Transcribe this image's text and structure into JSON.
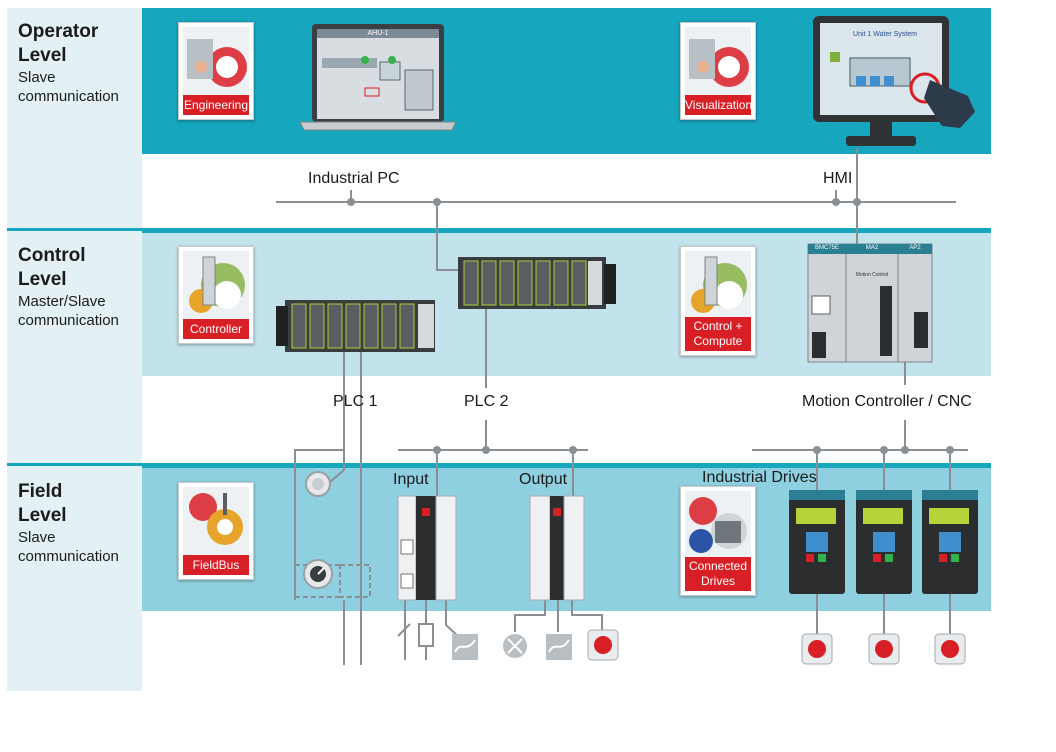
{
  "levels": {
    "operator": {
      "title_line1": "Operator",
      "title_line2": "Level",
      "sub_line1": "Slave",
      "sub_line2": "communication"
    },
    "control": {
      "title_line1": "Control",
      "title_line2": "Level",
      "sub_line1": "Master/Slave",
      "sub_line2": "communication"
    },
    "field": {
      "title_line1": "Field",
      "title_line2": "Level",
      "sub_line1": "Slave",
      "sub_line2": "communication"
    }
  },
  "cards": {
    "engineering": "Engineering",
    "visualization": "Visualization",
    "controller": "Controller",
    "control_compute_line1": "Control +",
    "control_compute_line2": "Compute",
    "fieldbus": "FieldBus",
    "connected_drives_line1": "Connected",
    "connected_drives_line2": "Drives"
  },
  "devices": {
    "industrial_pc": "Industrial PC",
    "hmi": "HMI",
    "plc1": "PLC 1",
    "plc2": "PLC 2",
    "motion": "Motion Controller / CNC",
    "input": "Input",
    "output": "Output",
    "drives": "Industrial Drives"
  },
  "screens": {
    "laptop_title": "AHU-1",
    "hmi_title": "Unit 1 Water System"
  },
  "modules": {
    "m1": "BMC75E",
    "m2": "MA2",
    "m3": "AP2",
    "m2_text": "Motion Control"
  },
  "colors": {
    "operator_band": "#16a6bd",
    "control_band": "#c3e3ec",
    "field_band": "#8fd0e0",
    "side_panel": "#e3f1f5",
    "accent_red": "#d91f26",
    "bus_line": "#8a8f93"
  }
}
